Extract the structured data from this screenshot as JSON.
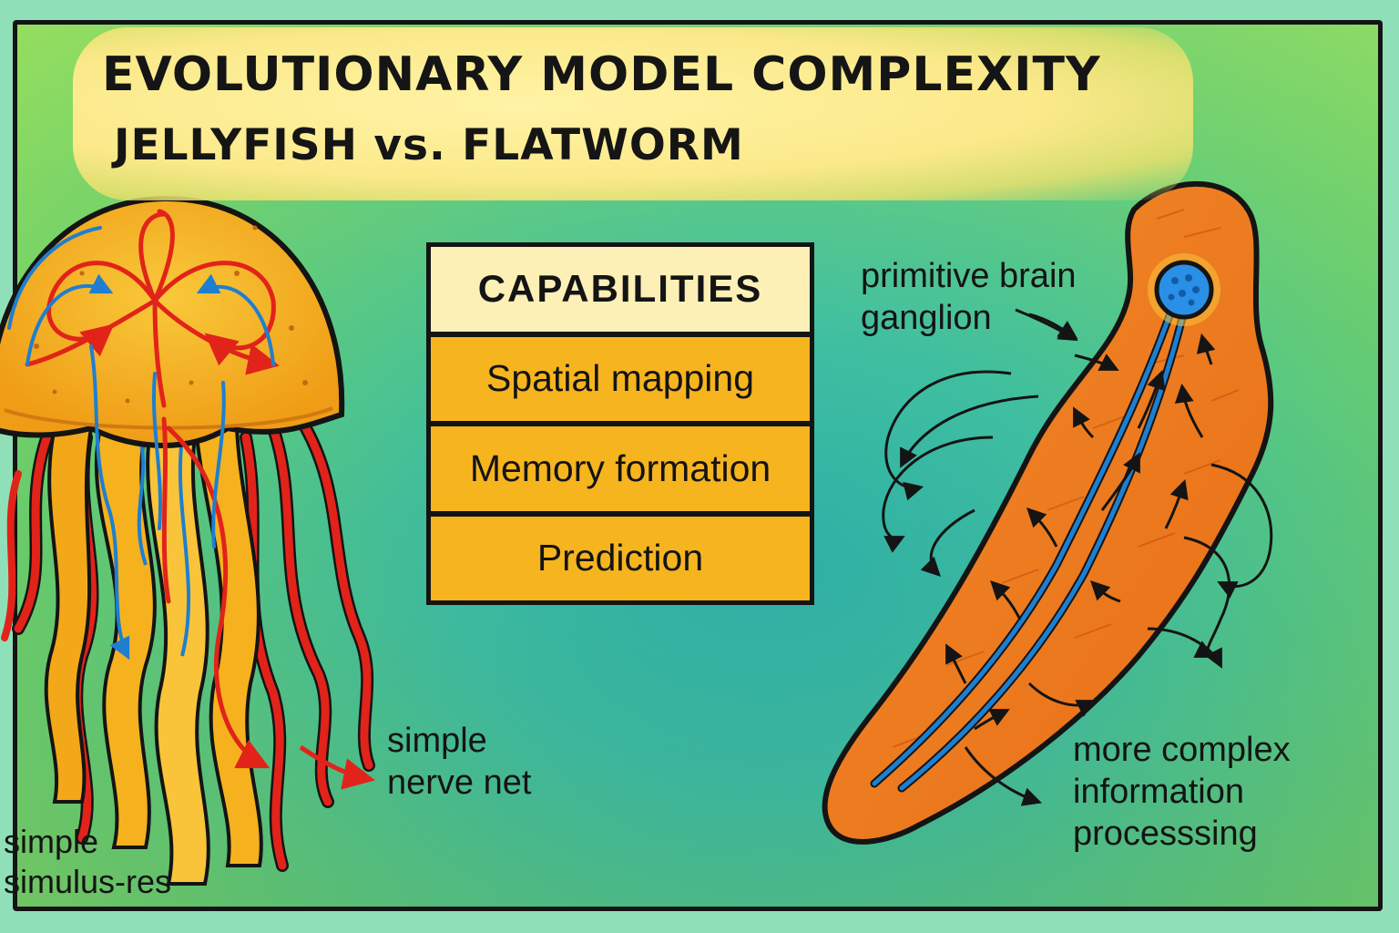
{
  "title": {
    "line1": "EVOLUTIONARY MODEL COMPLEXITY",
    "line2": "JELLYFISH vs. FLATWORM"
  },
  "capabilities": {
    "heading": "CAPABILITIES",
    "items": [
      "Spatial mapping",
      "Memory formation",
      "Prediction"
    ]
  },
  "labels": {
    "brain_line1": "primitive brain",
    "brain_line2": "ganglion",
    "nerve_line1": "simple",
    "nerve_line2": "nerve net",
    "stim_line1": "simple",
    "stim_line2": "simulus-res",
    "complex_line1": "more complex",
    "complex_line2": "information",
    "complex_line3": "processsing"
  },
  "colors": {
    "background_mint": "#8fe0b8",
    "water": "#3fbfa0",
    "title_highlight": "#fbe98a",
    "jellyfish": "#f4b21e",
    "jelly_red_nerves": "#e2231a",
    "nerve_blue": "#1e7fd0",
    "flatworm": "#ee7a1c",
    "capability_yellow": "#f6b41f",
    "capability_header": "#fdf0b6"
  }
}
